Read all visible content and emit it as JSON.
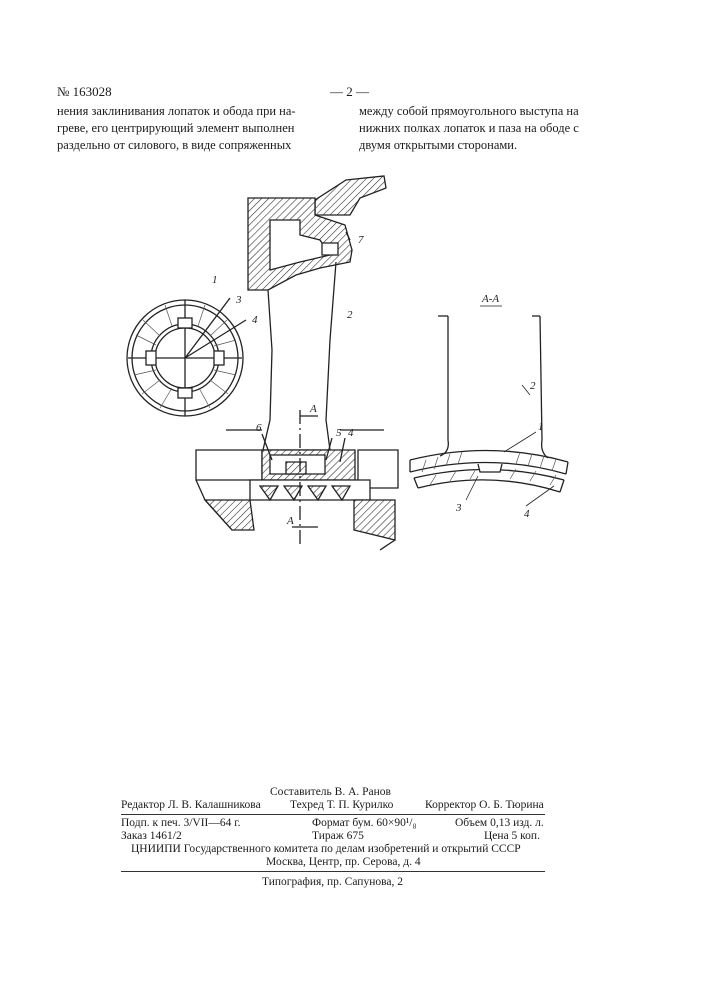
{
  "header": {
    "patent_number": "№ 163028",
    "page": "— 2 —"
  },
  "body_text": {
    "left_column": [
      "нения заклинивания лопаток и обода при на-",
      "греве, его центрирующий элемент выполнен",
      "раздельно от силового, в виде сопряженных"
    ],
    "right_column": [
      "между собой прямоугольного выступа на",
      "нижних полках лопаток и паза на ободе с",
      "двумя открытыми сторонами."
    ]
  },
  "figure": {
    "section_label": "А-А",
    "cut_marks": [
      "А",
      "А"
    ],
    "ring_labels": [
      "1",
      "3",
      "4"
    ],
    "main_labels": [
      "2",
      "7",
      "6",
      "5",
      "4"
    ],
    "section_labels": [
      "2",
      "1",
      "3",
      "4"
    ]
  },
  "imprint": {
    "compiler": "Составитель В. А. Ранов",
    "editor": "Редактор Л. В. Калашникова",
    "techred": "Техред Т. П. Курилко",
    "corrector": "Корректор О. Б. Тюрина",
    "row1_left": "Подп. к печ. 3/VII—64 г.",
    "row1_mid": "Формат бум. 60×90¹/₈",
    "row1_right": "Объем 0,13 изд. л.",
    "row2_left": "Заказ 1461/2",
    "row2_mid": "Тираж 675",
    "row2_right": "Цена 5 коп.",
    "row3": "ЦНИИПИ   Государственного комитета по делам изобретений и открытий СССР",
    "row4": "Москва, Центр, пр. Серова, д. 4",
    "typography": "Типография, пр. Сапунова, 2"
  }
}
